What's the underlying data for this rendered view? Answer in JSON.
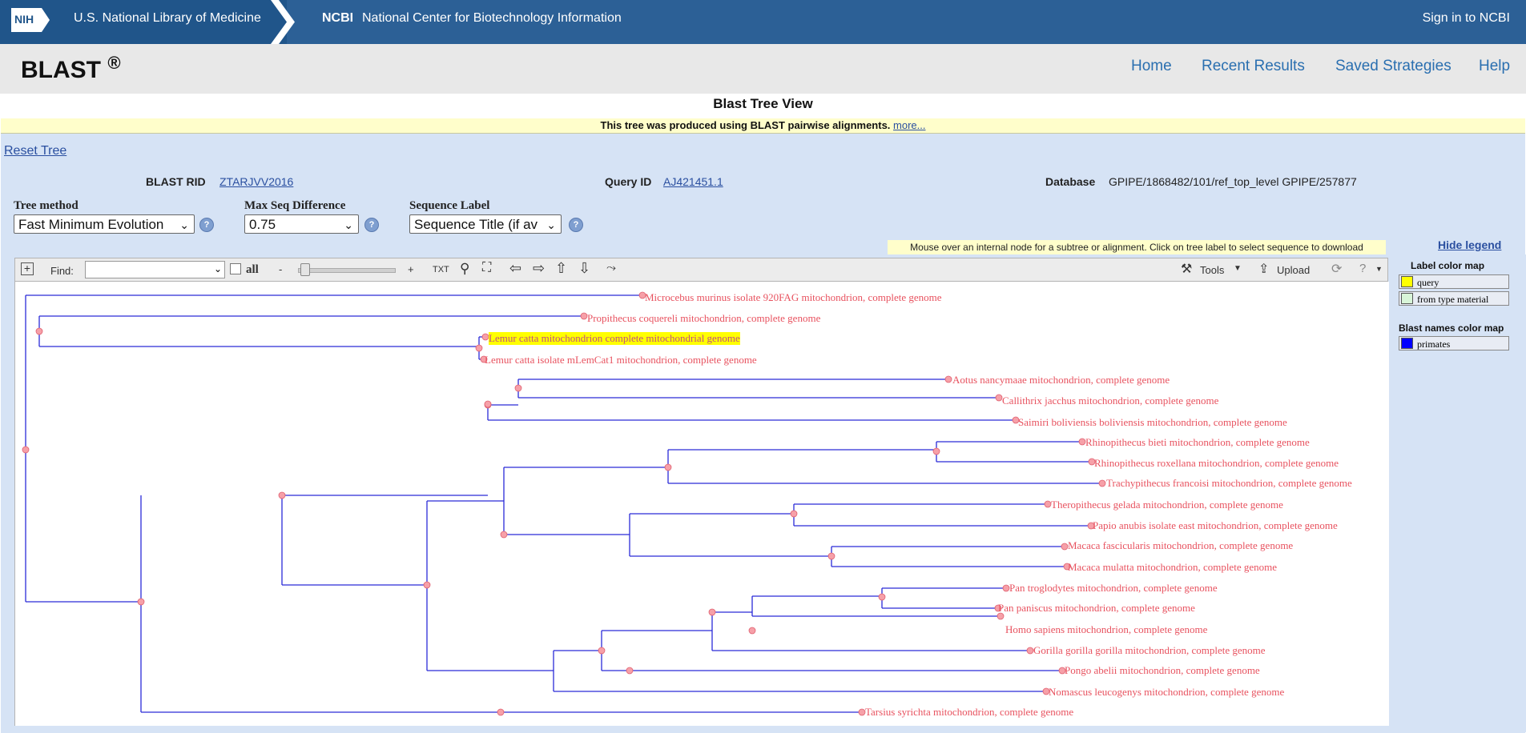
{
  "header": {
    "nih_logo": "NIH",
    "nih_library": "U.S. National Library of Medicine",
    "ncbi_abbr": "NCBI",
    "ncbi_full": "National Center for Biotechnology Information",
    "sign_in": "Sign in to NCBI"
  },
  "blast": {
    "title": "BLAST",
    "reg": "®",
    "nav": [
      "Home",
      "Recent Results",
      "Saved Strategies",
      "Help"
    ]
  },
  "page": {
    "title": "Blast Tree View",
    "notice": "This tree was produced using BLAST pairwise alignments.",
    "notice_more": "more...",
    "reset_tree": "Reset Tree",
    "rid_label": "BLAST RID",
    "rid_value": "ZTARJVV2016",
    "query_label": "Query ID",
    "query_value": "AJ421451.1",
    "db_label": "Database",
    "db_value": "GPIPE/1868482/101/ref_top_level GPIPE/257877"
  },
  "controls": {
    "tree_method_label": "Tree method",
    "tree_method_value": "Fast Minimum Evolution",
    "max_seq_label": "Max Seq Difference",
    "max_seq_value": "0.75",
    "seq_label_label": "Sequence Label",
    "seq_label_value": "Sequence Title (if av",
    "hint": "Mouse over an internal node for a subtree or alignment. Click on tree label to select sequence to download",
    "hide_legend": "Hide legend"
  },
  "toolbar": {
    "find_label": "Find:",
    "all_label": "all",
    "minus": "-",
    "plus": "+",
    "txt": "TXT",
    "tools": "Tools",
    "upload": "Upload"
  },
  "tree": {
    "branch_color": "#2b2bd8",
    "label_color": "#e8525f",
    "query_highlight": "#ffff00",
    "leaves": [
      "Microcebus murinus isolate 920FAG mitochondrion, complete genome",
      "Propithecus coquereli mitochondrion, complete genome",
      "Lemur catta mitochondrion complete mitochondrial genome",
      "Lemur catta isolate mLemCat1 mitochondrion, complete genome",
      "Aotus nancymaae mitochondrion, complete genome",
      "Callithrix jacchus mitochondrion, complete genome",
      "Saimiri boliviensis boliviensis mitochondrion, complete genome",
      "Rhinopithecus bieti mitochondrion, complete genome",
      "Rhinopithecus roxellana mitochondrion, complete genome",
      "Trachypithecus francoisi mitochondrion, complete genome",
      "Theropithecus gelada mitochondrion, complete genome",
      "Papio anubis isolate east mitochondrion, complete genome",
      "Macaca fascicularis mitochondrion, complete genome",
      "Macaca mulatta mitochondrion, complete genome",
      "Pan troglodytes mitochondrion, complete genome",
      "Pan paniscus mitochondrion, complete genome",
      "Homo sapiens mitochondrion, complete genome",
      "Gorilla gorilla gorilla mitochondrion, complete genome",
      "Pongo abelii mitochondrion, complete genome",
      "Nomascus leucogenys mitochondrion, complete genome",
      "Tarsius syrichta mitochondrion, complete genome"
    ]
  },
  "legend": {
    "label_map_title": "Label color map",
    "label_items": [
      {
        "label": "query",
        "color": "#ffff00"
      },
      {
        "label": "from type material",
        "color": "#d8f5d8"
      }
    ],
    "blast_map_title": "Blast names color map",
    "blast_items": [
      {
        "label": "primates",
        "color": "#0000ff"
      }
    ]
  }
}
